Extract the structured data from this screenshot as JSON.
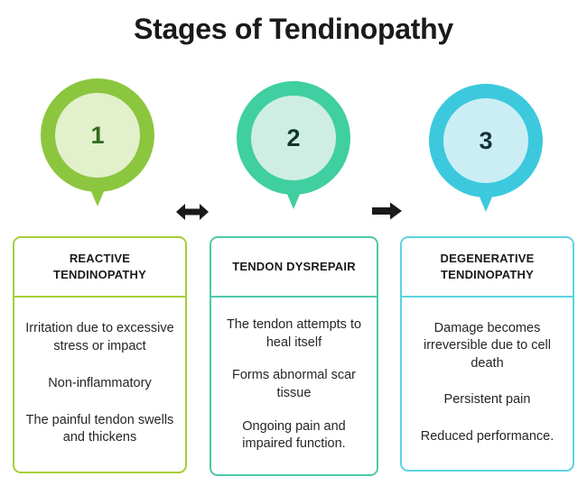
{
  "title": "Stages of Tendinopathy",
  "colors": {
    "stage1_ring": "#8CC63F",
    "stage1_inner": "#E2F0CB",
    "stage1_border": "#A6CE39",
    "stage2_ring": "#3FCFA0",
    "stage2_inner": "#CFEEE3",
    "stage2_border": "#4CC9A8",
    "stage3_ring": "#3CC9DD",
    "stage3_inner": "#CBEEF5",
    "stage3_border": "#5BD4E0",
    "text": "#231f20",
    "background": "#ffffff"
  },
  "pins": [
    {
      "number": "1",
      "icon": "map-pin-marker"
    },
    {
      "number": "2",
      "icon": "map-pin-marker"
    },
    {
      "number": "3",
      "icon": "map-pin-marker"
    }
  ],
  "arrows": [
    {
      "icon": "double-headed-arrow",
      "direction": "bidirectional"
    },
    {
      "icon": "right-arrow",
      "direction": "right"
    }
  ],
  "cards": [
    {
      "header": "REACTIVE TENDINOPATHY",
      "points": [
        "Irritation due to excessive stress or impact",
        "Non-inflammatory",
        "The painful tendon swells and thickens"
      ]
    },
    {
      "header": "TENDON DYSREPAIR",
      "points": [
        "The tendon attempts to heal itself",
        "Forms abnormal scar tissue",
        "Ongoing pain and impaired function."
      ]
    },
    {
      "header": "DEGENERATIVE TENDINOPATHY",
      "points": [
        "Damage becomes irreversible due to cell death",
        "Persistent pain",
        "Reduced performance."
      ]
    }
  ]
}
